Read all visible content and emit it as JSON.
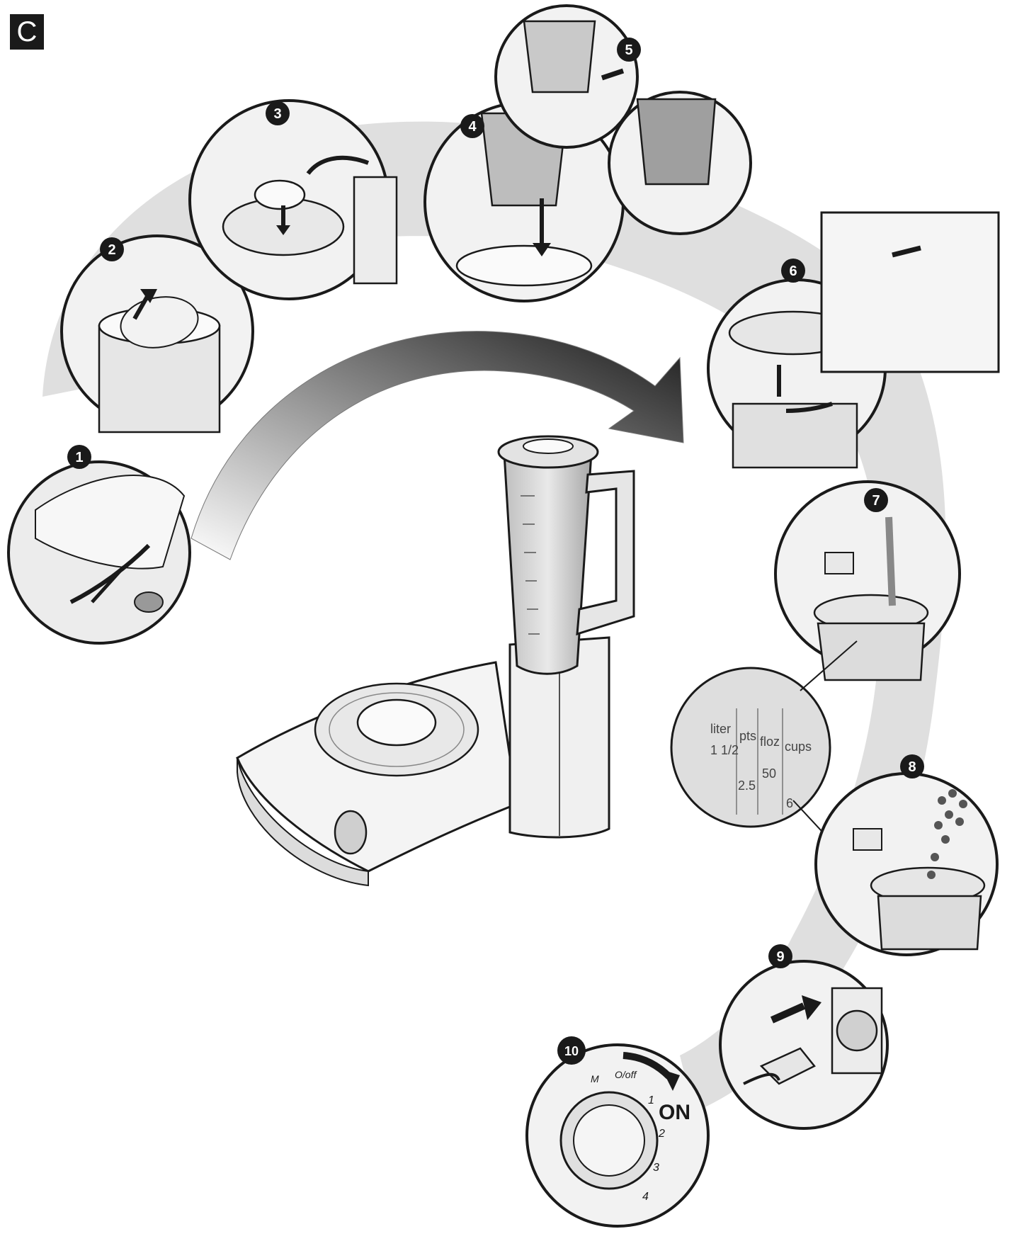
{
  "section_label": "C",
  "steps": [
    {
      "number": "1"
    },
    {
      "number": "2"
    },
    {
      "number": "3"
    },
    {
      "number": "4"
    },
    {
      "number": "5"
    },
    {
      "number": "6"
    },
    {
      "number": "7"
    },
    {
      "number": "8"
    },
    {
      "number": "9"
    },
    {
      "number": "10"
    }
  ],
  "jug_scale": {
    "col1": "liter",
    "col2": "pts",
    "col3": "floz",
    "col4": "cups",
    "v1": "1 1/2",
    "v2": "2.5",
    "v3": "50",
    "v4": "6"
  },
  "dial": {
    "mark_m": "M",
    "mark_off": "O/off",
    "pos1": "1",
    "pos2": "2",
    "pos3": "3",
    "pos4": "4"
  },
  "on_label": "ON",
  "colors": {
    "ink": "#1a1a1a",
    "swirl": "#d6d6d6",
    "arrow_dark": "#1a1a1a"
  }
}
